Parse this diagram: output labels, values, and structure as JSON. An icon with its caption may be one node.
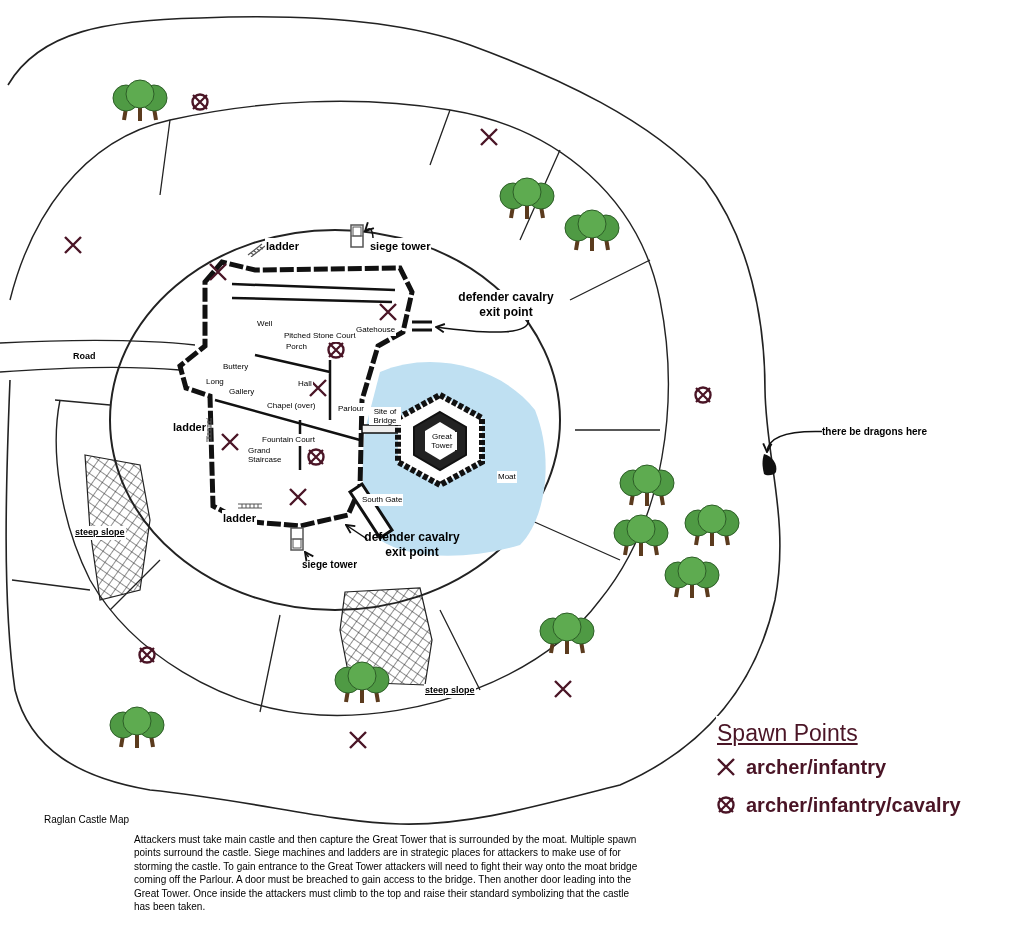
{
  "diagram": {
    "title": "Raglan Castle Map",
    "caption": "Attackers must take main castle and then capture the Great Tower that is surrounded by the moat. Multiple spawn points surround the castle. Siege machines and ladders are in strategic places for attackers to make use of for storming the castle. To gain entrance to the Great Tower attackers will need to fight their way onto the moat bridge coming off the Parlour. A door must be breached to gain access to the bridge. Then another door leading into the Great Tower. Once inside the attackers must climb to the top and raise their standard symbolizing that the castle has been taken.",
    "nodes": [
      {
        "text": [
          "siege tower"
        ]
      },
      {
        "text": [],
        "shape": "picture"
      },
      {
        "text": [
          "defender cavalry exit point"
        ]
      },
      {
        "text": [
          "defender cavalry exit point"
        ]
      },
      {
        "text": [
          "siege tower"
        ]
      },
      {
        "text": [],
        "shape": "picture"
      },
      {
        "text": [
          "there be dragons here"
        ]
      },
      {
        "text": [],
        "shape": "picture"
      }
    ],
    "edges": [
      {
        "from": 0,
        "to": 1,
        "arrow": "to"
      },
      {
        "from": 2,
        "to": null,
        "arrow": "to"
      },
      {
        "from": 3,
        "to": null,
        "arrow": "to"
      },
      {
        "from": 4,
        "to": 5,
        "arrow": "to"
      },
      {
        "from": 6,
        "to": 7,
        "arrow": "to"
      }
    ],
    "labels": [
      "ladder",
      "Well",
      "Pitched Stone Court",
      "Gatehouse",
      "Porch",
      "Road",
      "Buttery",
      "Long",
      "Hall",
      "Gallery",
      "Chapel (over)",
      "Parlour",
      "Site of Bridge",
      "ladder",
      "Great Tower",
      "Fountain Court",
      "Grand Staircase",
      "Moat",
      "South Gate",
      "ladder",
      "steep slope",
      "steep slope",
      "Spawn Points"
    ],
    "legend": [
      {
        "text": "archer/infantry"
      },
      {
        "text": "archer/infantry/cavalry"
      }
    ]
  }
}
